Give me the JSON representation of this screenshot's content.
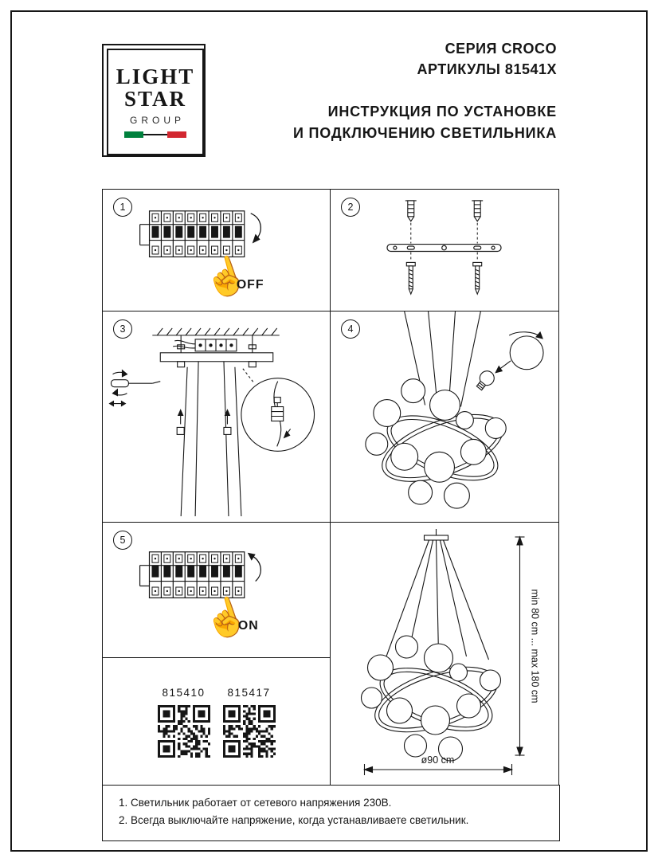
{
  "colors": {
    "ink": "#161616",
    "flag_green": "#00813d",
    "flag_red": "#d22730"
  },
  "logo": {
    "line1": "LIGHT",
    "line2": "STAR",
    "line3": "GROUP"
  },
  "header": {
    "series": "СЕРИЯ CROCO",
    "articles": "АРТИКУЛЫ 81541X",
    "title_line1": "ИНСТРУКЦИЯ ПО УСТАНОВКЕ",
    "title_line2": "И ПОДКЛЮЧЕНИЮ СВЕТИЛЬНИКА"
  },
  "steps": [
    {
      "number": "1",
      "label": "OFF"
    },
    {
      "number": "2",
      "label": ""
    },
    {
      "number": "3",
      "label": ""
    },
    {
      "number": "4",
      "label": ""
    },
    {
      "number": "5",
      "label": "ON"
    }
  ],
  "qr_codes": [
    {
      "code": "815410"
    },
    {
      "code": "815417"
    }
  ],
  "dimensions": {
    "height_range": "min 80 cm ... max 180 cm",
    "diameter": "ø90 cm"
  },
  "notes": [
    "1. Светильник работает от сетевого напряжения 230В.",
    "2. Всегда выключайте напряжение, когда устанавливаете светильник."
  ]
}
